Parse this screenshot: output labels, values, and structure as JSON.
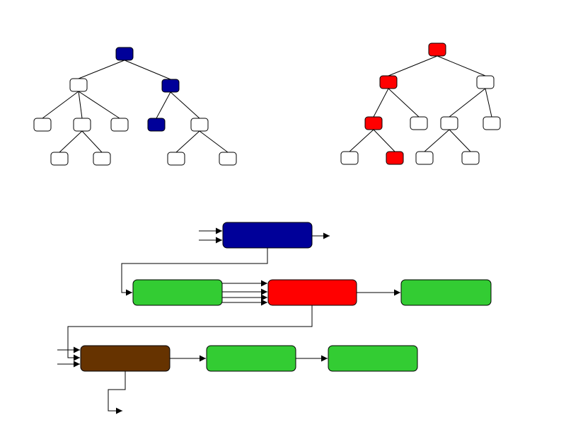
{
  "colors": {
    "blue": "#000099",
    "red": "#ff0000",
    "white": "#ffffff",
    "green": "#33cc33",
    "brown": "#663300",
    "line": "#000000"
  },
  "trees": [
    {
      "name": "tree-left",
      "highlight": "blue",
      "nodes": [
        {
          "id": "L0",
          "parent": null,
          "highlighted": true
        },
        {
          "id": "L1",
          "parent": "L0",
          "highlighted": false
        },
        {
          "id": "L2",
          "parent": "L0",
          "highlighted": true
        },
        {
          "id": "L3",
          "parent": "L1",
          "highlighted": false
        },
        {
          "id": "L4",
          "parent": "L1",
          "highlighted": false
        },
        {
          "id": "L5",
          "parent": "L1",
          "highlighted": false
        },
        {
          "id": "L6",
          "parent": "L2",
          "highlighted": true
        },
        {
          "id": "L7",
          "parent": "L2",
          "highlighted": false
        },
        {
          "id": "L8",
          "parent": "L4",
          "highlighted": false
        },
        {
          "id": "L9",
          "parent": "L4",
          "highlighted": false
        },
        {
          "id": "L10",
          "parent": "L7",
          "highlighted": false
        },
        {
          "id": "L11",
          "parent": "L7",
          "highlighted": false
        }
      ]
    },
    {
      "name": "tree-right",
      "highlight": "red",
      "nodes": [
        {
          "id": "R0",
          "parent": null,
          "highlighted": true
        },
        {
          "id": "R1",
          "parent": "R0",
          "highlighted": true
        },
        {
          "id": "R2",
          "parent": "R0",
          "highlighted": false
        },
        {
          "id": "R3",
          "parent": "R1",
          "highlighted": true
        },
        {
          "id": "R4",
          "parent": "R1",
          "highlighted": false
        },
        {
          "id": "R5",
          "parent": "R2",
          "highlighted": false
        },
        {
          "id": "R6",
          "parent": "R2",
          "highlighted": false
        },
        {
          "id": "R7",
          "parent": "R3",
          "highlighted": false
        },
        {
          "id": "R8",
          "parent": "R3",
          "highlighted": true
        },
        {
          "id": "R9",
          "parent": "R5",
          "highlighted": false
        },
        {
          "id": "R10",
          "parent": "R5",
          "highlighted": false
        }
      ]
    }
  ],
  "flow": {
    "blocks": [
      {
        "id": "top",
        "color": "blue"
      },
      {
        "id": "mid-left",
        "color": "green"
      },
      {
        "id": "mid-center",
        "color": "red"
      },
      {
        "id": "mid-right",
        "color": "green"
      },
      {
        "id": "bottom-left",
        "color": "brown"
      },
      {
        "id": "bottom-center",
        "color": "green"
      },
      {
        "id": "bottom-right",
        "color": "green"
      }
    ],
    "connections": [
      {
        "from": "external",
        "to": "top",
        "count": 2
      },
      {
        "from": "top",
        "to": "external",
        "count": 1
      },
      {
        "from": "top",
        "to": "mid-left",
        "count": 1
      },
      {
        "from": "mid-left",
        "to": "mid-center",
        "count": 4
      },
      {
        "from": "mid-center",
        "to": "mid-right",
        "count": 1
      },
      {
        "from": "mid-center",
        "to": "bottom-left",
        "count": 1
      },
      {
        "from": "external",
        "to": "bottom-left",
        "count": 2
      },
      {
        "from": "bottom-left",
        "to": "bottom-center",
        "count": 1
      },
      {
        "from": "bottom-center",
        "to": "bottom-right",
        "count": 1
      },
      {
        "from": "bottom-left",
        "to": "external",
        "count": 1
      }
    ]
  }
}
